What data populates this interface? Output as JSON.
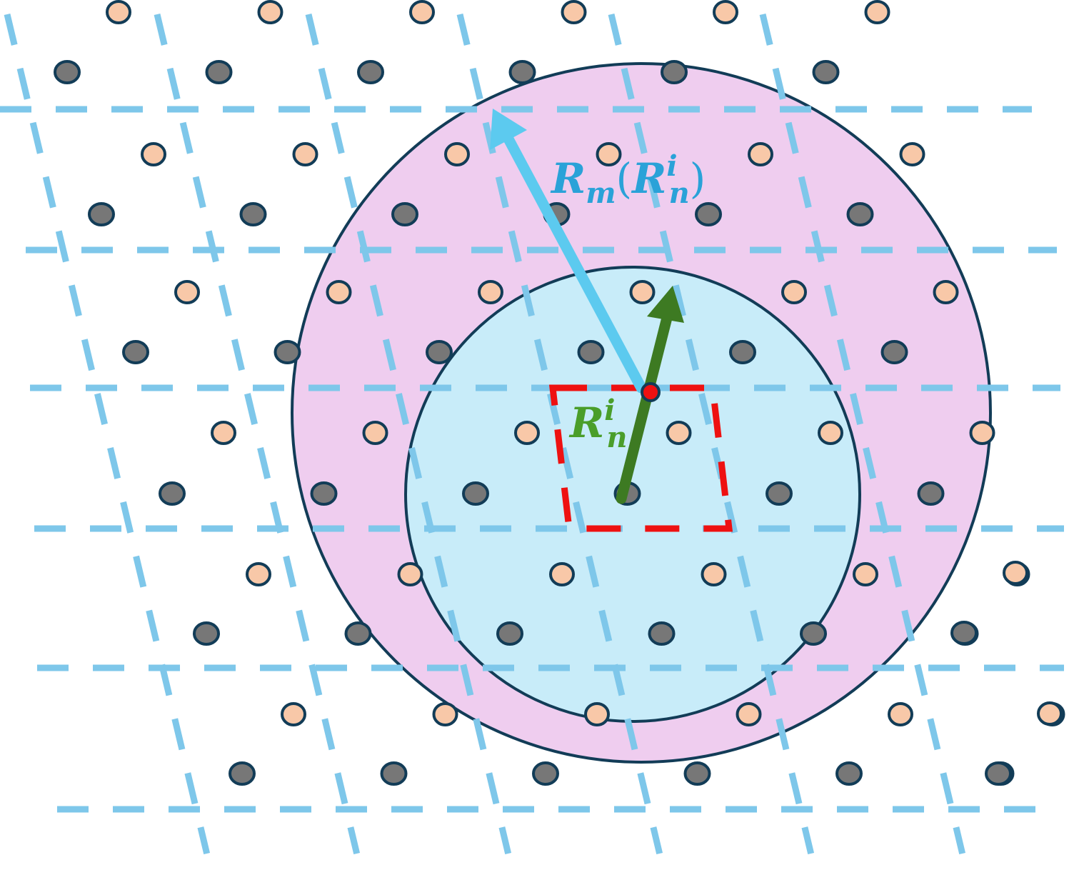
{
  "labels": {
    "outer_radius": {
      "main": "R",
      "sub": "m",
      "open_paren": "(",
      "inner_main": "R",
      "inner_sup": "i",
      "inner_sub": "n",
      "close_paren": ")"
    },
    "inner_vector": {
      "main": "R",
      "sup": "i",
      "sub": "n"
    }
  },
  "colors": {
    "outer_region": "#efcdef",
    "inner_region": "#c8ecf9",
    "circle_outline": "#123c57",
    "lattice_lines": "#7ec7ea",
    "unit_cell": "#ee1111",
    "atom_light": "#f8c8a8",
    "atom_dark": "#777777",
    "outer_vector": "#5ccaef",
    "inner_vector": "#3d7a22",
    "outer_label": "#2aa2d8",
    "inner_label": "#4a9e2a",
    "center_point": "#ee1111"
  }
}
